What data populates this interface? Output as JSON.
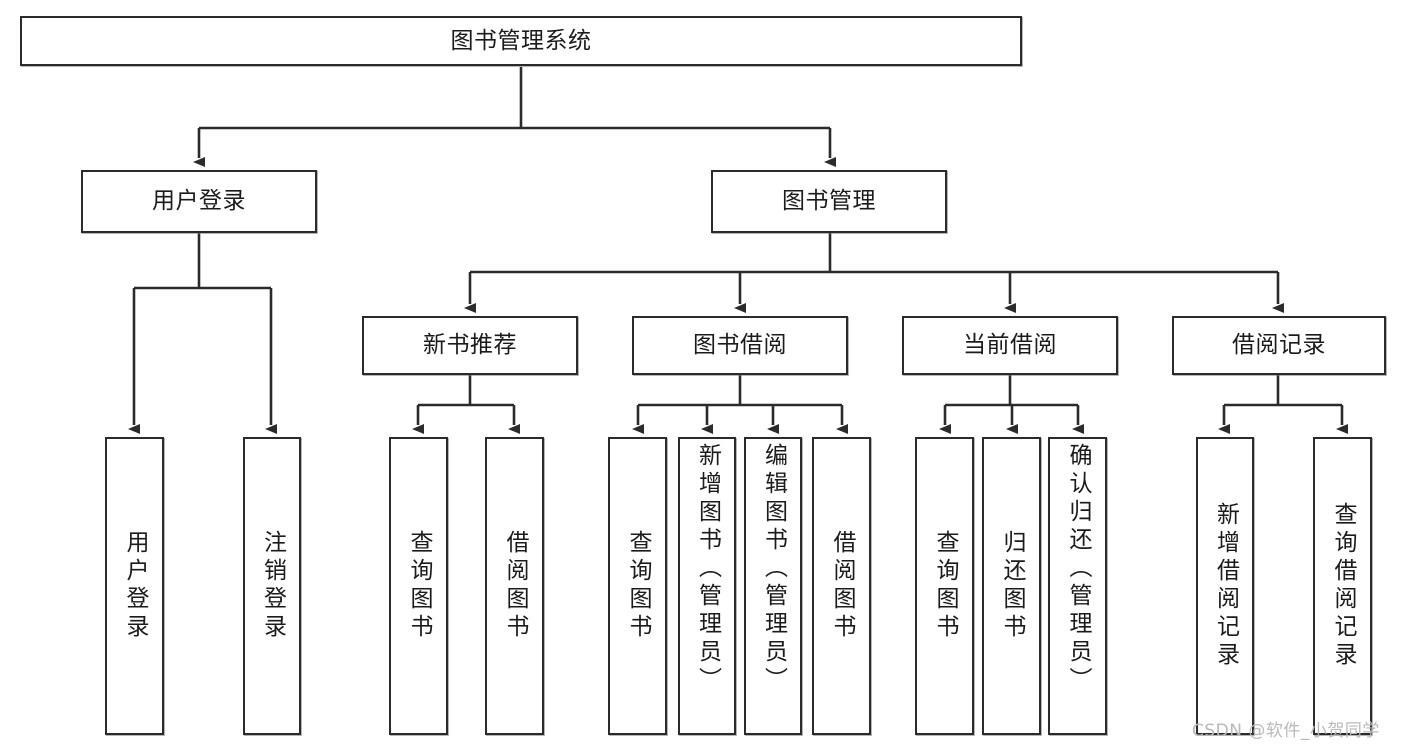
{
  "diagram": {
    "type": "tree-hierarchy",
    "title": "图书管理系统",
    "watermark": "CSDN @软件_小贺同学",
    "colors": {
      "box_border": "#2b2b2b",
      "box_fill": "#ffffff",
      "edge": "#2b2b2b",
      "text": "#1b1b1b",
      "watermark": "#b9b9b9"
    },
    "nodes": {
      "root": {
        "label": "图书管理系统",
        "level": 1
      },
      "l2": [
        {
          "id": "user-login",
          "label": "用户登录",
          "level": 2
        },
        {
          "id": "book-manage",
          "label": "图书管理",
          "level": 2
        }
      ],
      "l3": [
        {
          "id": "new-book-rec",
          "label": "新书推荐",
          "level": 3,
          "parent": "book-manage"
        },
        {
          "id": "book-borrow",
          "label": "图书借阅",
          "level": 3,
          "parent": "book-manage"
        },
        {
          "id": "current-borrow",
          "label": "当前借阅",
          "level": 3,
          "parent": "book-manage"
        },
        {
          "id": "borrow-record",
          "label": "借阅记录",
          "level": 3,
          "parent": "book-manage"
        }
      ],
      "leaves": [
        {
          "id": "leaf-user-login",
          "label": "用户登录",
          "parent": "user-login"
        },
        {
          "id": "leaf-logout",
          "label": "注销登录",
          "parent": "user-login"
        },
        {
          "id": "leaf-query-book-1",
          "label": "查询图书",
          "parent": "new-book-rec"
        },
        {
          "id": "leaf-borrow-book-1",
          "label": "借阅图书",
          "parent": "new-book-rec"
        },
        {
          "id": "leaf-query-book-2",
          "label": "查询图书",
          "parent": "book-borrow"
        },
        {
          "id": "leaf-add-book",
          "label": "新增图书（管理员）",
          "parent": "book-borrow"
        },
        {
          "id": "leaf-edit-book",
          "label": "编辑图书（管理员）",
          "parent": "book-borrow"
        },
        {
          "id": "leaf-borrow-book-2",
          "label": "借阅图书",
          "parent": "book-borrow"
        },
        {
          "id": "leaf-query-book-3",
          "label": "查询图书",
          "parent": "current-borrow"
        },
        {
          "id": "leaf-return-book",
          "label": "归还图书",
          "parent": "current-borrow"
        },
        {
          "id": "leaf-confirm-return",
          "label": "确认归还（管理员）",
          "parent": "current-borrow"
        },
        {
          "id": "leaf-add-record",
          "label": "新增借阅记录",
          "parent": "borrow-record"
        },
        {
          "id": "leaf-query-record",
          "label": "查询借阅记录",
          "parent": "borrow-record"
        }
      ]
    }
  }
}
